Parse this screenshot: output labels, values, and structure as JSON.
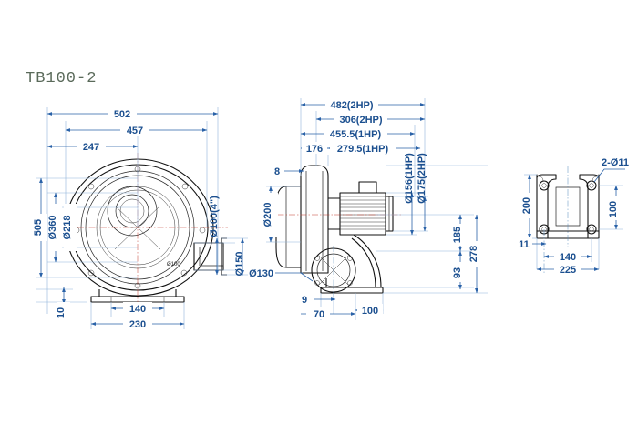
{
  "document": {
    "type": "technical-drawing",
    "title": "TB100-2",
    "description": "Centrifugal blower dimensional drawing with three orthographic views"
  },
  "colors": {
    "dimension_text": "#1b4f8f",
    "dimension_line": "#2a62a8",
    "extension_line": "#8fb4d9",
    "object_line": "#111111",
    "centerline": "#c0392b",
    "title_text": "#5a6a5a",
    "background": "#ffffff"
  },
  "views": {
    "front": {
      "name": "front-view",
      "dimensions": {
        "top_1": "502",
        "top_2": "457",
        "top_3": "247",
        "left_1": "505",
        "left_2": "Ø360",
        "left_3": "Ø218",
        "bottom_offset": "10",
        "bottom_1": "140",
        "bottom_2": "230",
        "right_1": "Ø100(4\")",
        "right_2": "Ø150",
        "outlet_label": "Ø100"
      }
    },
    "side": {
      "name": "side-view",
      "dimensions": {
        "top_1": "482(2HP)",
        "top_2": "306(2HP)",
        "top_3": "455.5(1HP)",
        "top_4": "176",
        "top_5": "279.5(1HP)",
        "left_1": "8",
        "left_2": "Ø200",
        "right_1": "Ø156(1HP)",
        "right_2": "Ø175(2HP)",
        "right_3": "185",
        "right_4": "278",
        "right_5": "93",
        "inlet_label": "Ø130",
        "bottom_1": "9",
        "bottom_2": "70",
        "bottom_3": "100"
      }
    },
    "base": {
      "name": "base-view",
      "dimensions": {
        "hole_callout": "2-Ø11",
        "left_1": "200",
        "right_1": "100",
        "bottom_1": "11",
        "bottom_2": "140",
        "bottom_3": "225"
      }
    }
  }
}
